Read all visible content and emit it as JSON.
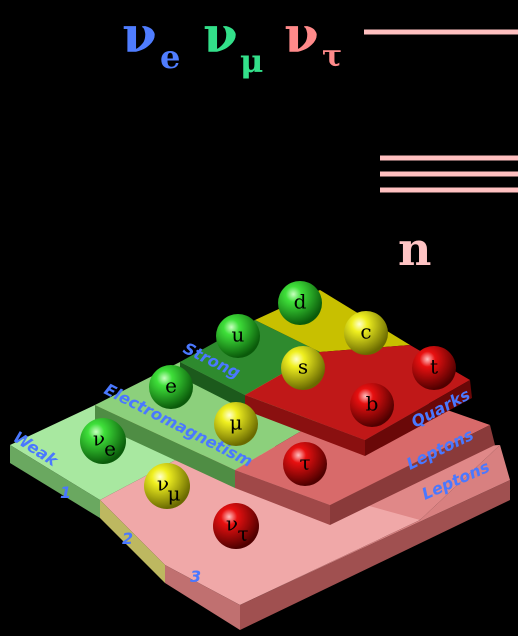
{
  "header": {
    "nu_e": "ν",
    "nu_e_sub": "e",
    "nu_mu": "ν",
    "nu_mu_sub": "μ",
    "nu_tau": "ν",
    "nu_tau_sub": "τ",
    "n_label": "n"
  },
  "colors": {
    "nu_e": "#4f7dff",
    "nu_mu": "#33e08a",
    "nu_tau": "#ff8a8a",
    "lines": "#ffc0c0",
    "n_label": "#ffc4c4",
    "face_text": "#4a78ff"
  },
  "platform": {
    "weak": "Weak",
    "electromagnetism": "Electromagnetism",
    "strong": "Strong",
    "quarks": "Quarks",
    "leptons_1": "Leptons",
    "leptons_2": "Leptons",
    "gen_1": "1",
    "gen_2": "2",
    "gen_3": "3"
  },
  "particles": {
    "d": "d",
    "u": "u",
    "c": "c",
    "s": "s",
    "t": "t",
    "b": "b",
    "e": "e",
    "mu": "μ",
    "tau": "τ",
    "nue": "ν",
    "nue_sub": "e",
    "numu": "ν",
    "numu_sub": "μ",
    "nutau": "ν",
    "nutau_sub": "τ"
  }
}
